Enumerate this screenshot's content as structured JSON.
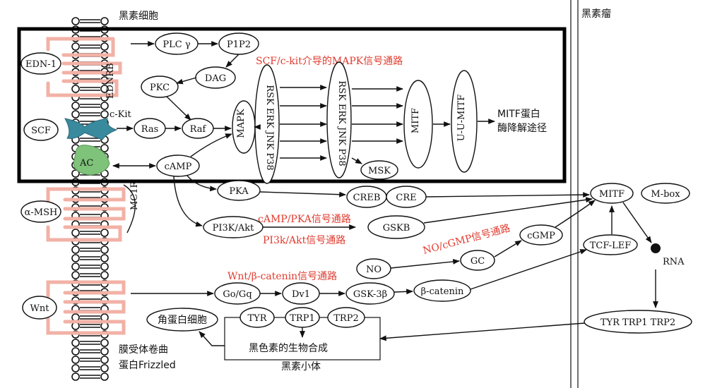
{
  "region_labels": {
    "melanocyte": "黑素细胞",
    "melanoma": "黑素瘤"
  },
  "pathway_labels": {
    "scf_ckit": "SCF/c-kit介导的MAPK信号通路",
    "camp_pka": "cAMP/PKA信号通路",
    "pi3k_akt": "PI3k/Akt信号通路",
    "no_cgmp": "NO/cGMP信号通路",
    "wnt": "Wnt/β-catenin信号通路"
  },
  "receptor_labels": {
    "ednrb": "EDNRB",
    "ckit": "c-Kit",
    "mc1r": "MC1R",
    "frizzled_line1": "膜受体卷曲",
    "frizzled_line2": "蛋白Frizzled"
  },
  "ligands": {
    "edn1": "EDN-1",
    "scf": "SCF",
    "ac": "AC",
    "amsh": "α-MSH",
    "wnt": "Wnt"
  },
  "nodes": {
    "plc": "PLC γ",
    "p1p2": "P1P2",
    "dag": "DAG",
    "pkc": "PKC",
    "ras": "Ras",
    "raf": "Raf",
    "mapk": "MAPK",
    "rsk1": "RSK ERK JNK P38",
    "rsk2": "RSK ERK JNK P38",
    "mitf_v": "MITF",
    "uumitf": "U-U-MITF",
    "mitf_deg_line1": "MITF蛋白",
    "mitf_deg_line2": "酶降解途径",
    "camp": "cAMP",
    "msk": "MSK",
    "pka": "PKA",
    "creb": "CREB",
    "cre": "CRE",
    "pi3k": "PI3K/Akt",
    "gskb": "GSKB",
    "no": "NO",
    "gc": "GC",
    "cgmp": "cGMP",
    "gogq": "Go/Gq",
    "dv1": "Dv1",
    "gsk3b": "GSK-3β",
    "bcat": "β-catenin",
    "mitf_h": "MITF",
    "mbox": "M-box",
    "tcflef": "TCF-LEF",
    "rna": "RNA",
    "tyr_trp": "TYR TRP1 TRP2",
    "keratin": "角蛋白细胞",
    "tyr": "TYR",
    "trp1": "TRP1",
    "trp2": "TRP2",
    "melanin_bio": "黑色素的生物合成",
    "melanosome": "黑素小体"
  },
  "colors": {
    "pathway_red": "#e03b2f",
    "receptor_pink": "#f2b1a6",
    "ckit_teal": "#3a8a9e",
    "ac_green": "#7fc27a",
    "ink": "#111111"
  }
}
